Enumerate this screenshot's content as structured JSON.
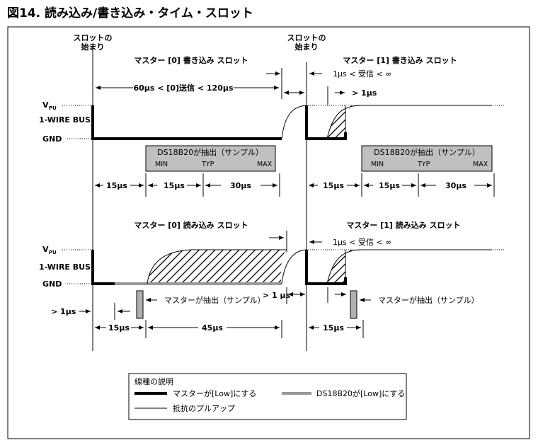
{
  "figure_title": "図14. 読み込み/書き込み・タイム・スロット",
  "slot_start_label_1": "スロットの",
  "slot_start_label_2": "始まり",
  "write_section": {
    "slot0_title": "マスター [0] 書き込み スロット",
    "slot1_title": "マスター [1] 書き込み スロット",
    "slot0_timing": "60µs < [0]送信 < 120µs",
    "slot1_recovery": "1µs < 受信 < ∞",
    "slot1_low_min": "> 1µs",
    "sample_box": {
      "title": "DS18B20が抽出（サンプル）",
      "min": "MIN",
      "typ": "TYP",
      "max": "MAX"
    },
    "intervals": [
      "15µs",
      "15µs",
      "30µs"
    ]
  },
  "read_section": {
    "slot0_title": "マスター [0] 読み込み スロット",
    "slot1_title": "マスター [1] 読み込み スロット",
    "slot1_recovery": "1µs < 受信 < ∞",
    "low_min": "> 1µs",
    "recovery_min": "> 1 µs",
    "master_sample_label": "マスターが抽出（サンプル）",
    "intervals_0": [
      "15µs",
      "45µs"
    ],
    "interval_1": "15µs"
  },
  "signal_labels": {
    "vpu": "V",
    "vpu_sub": "PU",
    "bus": "1-WIRE BUS",
    "gnd": "GND"
  },
  "legend": {
    "title": "線種の説明",
    "items": [
      {
        "label": "マスターが[Low]にする",
        "color": "#000000"
      },
      {
        "label": "DS18B20が[Low]にする",
        "color": "#999999"
      },
      {
        "label": "抵抗のプルアップ",
        "color": "#000000"
      }
    ]
  }
}
